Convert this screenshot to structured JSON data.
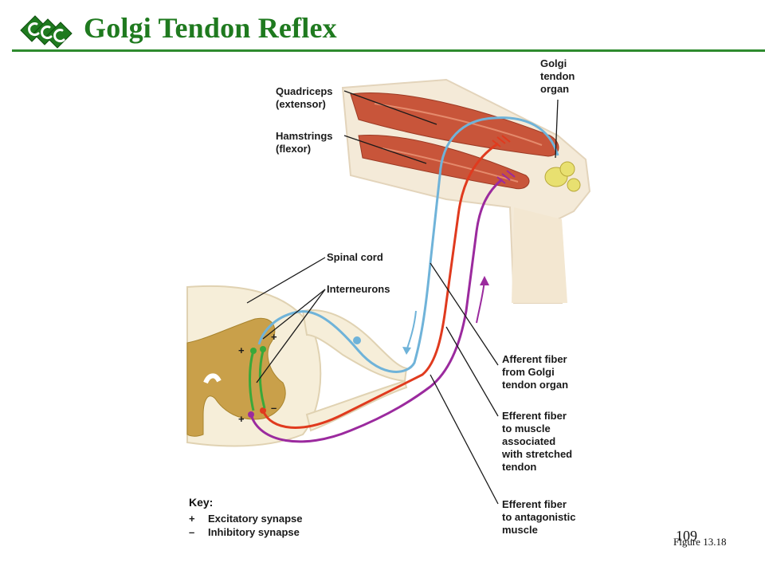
{
  "title": "Golgi Tendon Reflex",
  "labels": {
    "golgi_tendon_organ": "Golgi\ntendon\norgan",
    "quadriceps": "Quadriceps\n(extensor)",
    "hamstrings": "Hamstrings\n(flexor)",
    "spinal_cord": "Spinal cord",
    "interneurons": "Interneurons",
    "afferent_fiber": "Afferent fiber\nfrom Golgi\ntendon organ",
    "efferent_stretched": "Efferent fiber\nto muscle\nassociated\nwith stretched\ntendon",
    "efferent_antagonistic": "Efferent fiber\nto antagonistic\nmuscle"
  },
  "synapse_marks": {
    "plus": "+",
    "minus": "–"
  },
  "key": {
    "title": "Key:",
    "excitatory_symbol": "+",
    "excitatory_label": "Excitatory synapse",
    "inhibitory_symbol": "–",
    "inhibitory_label": "Inhibitory synapse"
  },
  "slide_number": "109",
  "figure_ref": "Figure 13.18",
  "colors": {
    "title": "#1f7a1f",
    "afferent": "#6fb3d9",
    "efferent_stretched": "#e03a1e",
    "efferent_antagonistic": "#9b2a9e",
    "interneuron": "#3aa83a",
    "muscle": "#c8553a",
    "gray_matter": "#c9a04a"
  }
}
